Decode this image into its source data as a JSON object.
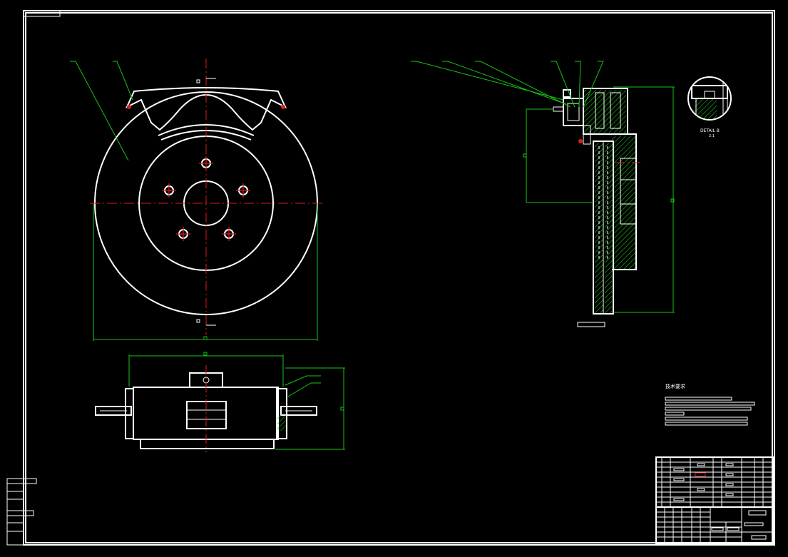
{
  "colors": {
    "background": "#000000",
    "outline": "#ffffff",
    "dimension": "#17c417",
    "centerline": "#e01919"
  },
  "detail": {
    "title": "DETAIL B",
    "scale": "2:1"
  },
  "tech_requirements": {
    "title": "技术要求"
  }
}
